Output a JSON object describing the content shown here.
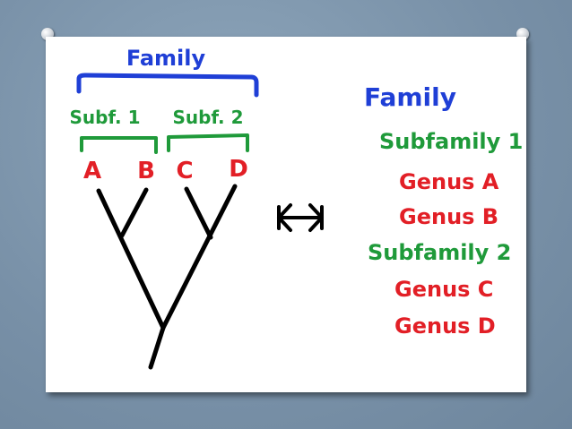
{
  "tree": {
    "family_label": "Family",
    "subfamilies": [
      {
        "label": "Subf. 1",
        "genera": [
          "A",
          "B"
        ]
      },
      {
        "label": "Subf. 2",
        "genera": [
          "C",
          "D"
        ]
      }
    ]
  },
  "equivalence_symbol": "↔",
  "hierarchy": {
    "family": "Family",
    "items": [
      {
        "level": "subfamily",
        "text": "Subfamily 1"
      },
      {
        "level": "genus",
        "text": "Genus A"
      },
      {
        "level": "genus",
        "text": "Genus B"
      },
      {
        "level": "subfamily",
        "text": "Subfamily 2"
      },
      {
        "level": "genus",
        "text": "Genus C"
      },
      {
        "level": "genus",
        "text": "Genus D"
      }
    ]
  },
  "colors": {
    "family": "#1f3fd6",
    "subfamily": "#1f9a3a",
    "genus": "#e21f26",
    "tree": "#000000"
  }
}
